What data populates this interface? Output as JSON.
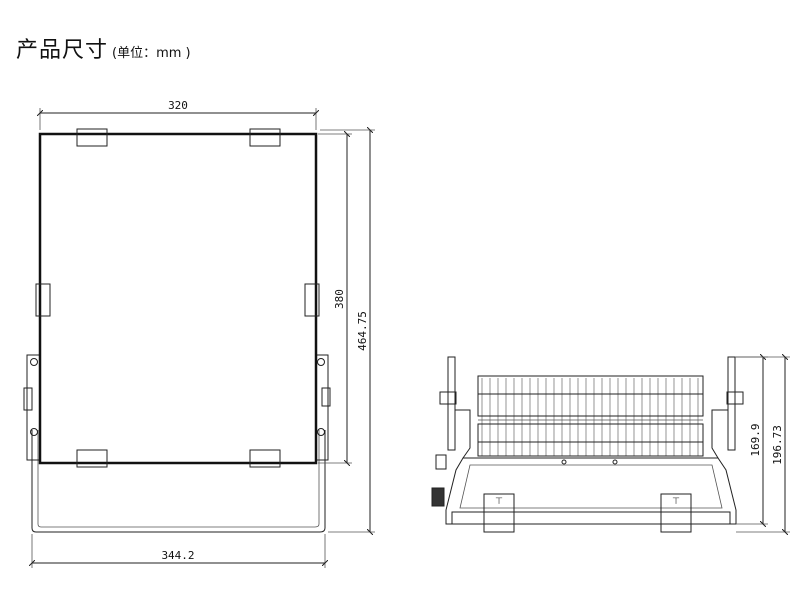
{
  "title": {
    "main": "产品尺寸",
    "unit": "(单位：mm )"
  },
  "dimensions": {
    "width_top": "320",
    "height_panel": "380",
    "height_total": "464.75",
    "width_bracket": "344.2",
    "side_height_body": "169.9",
    "side_height_total": "196.73"
  }
}
